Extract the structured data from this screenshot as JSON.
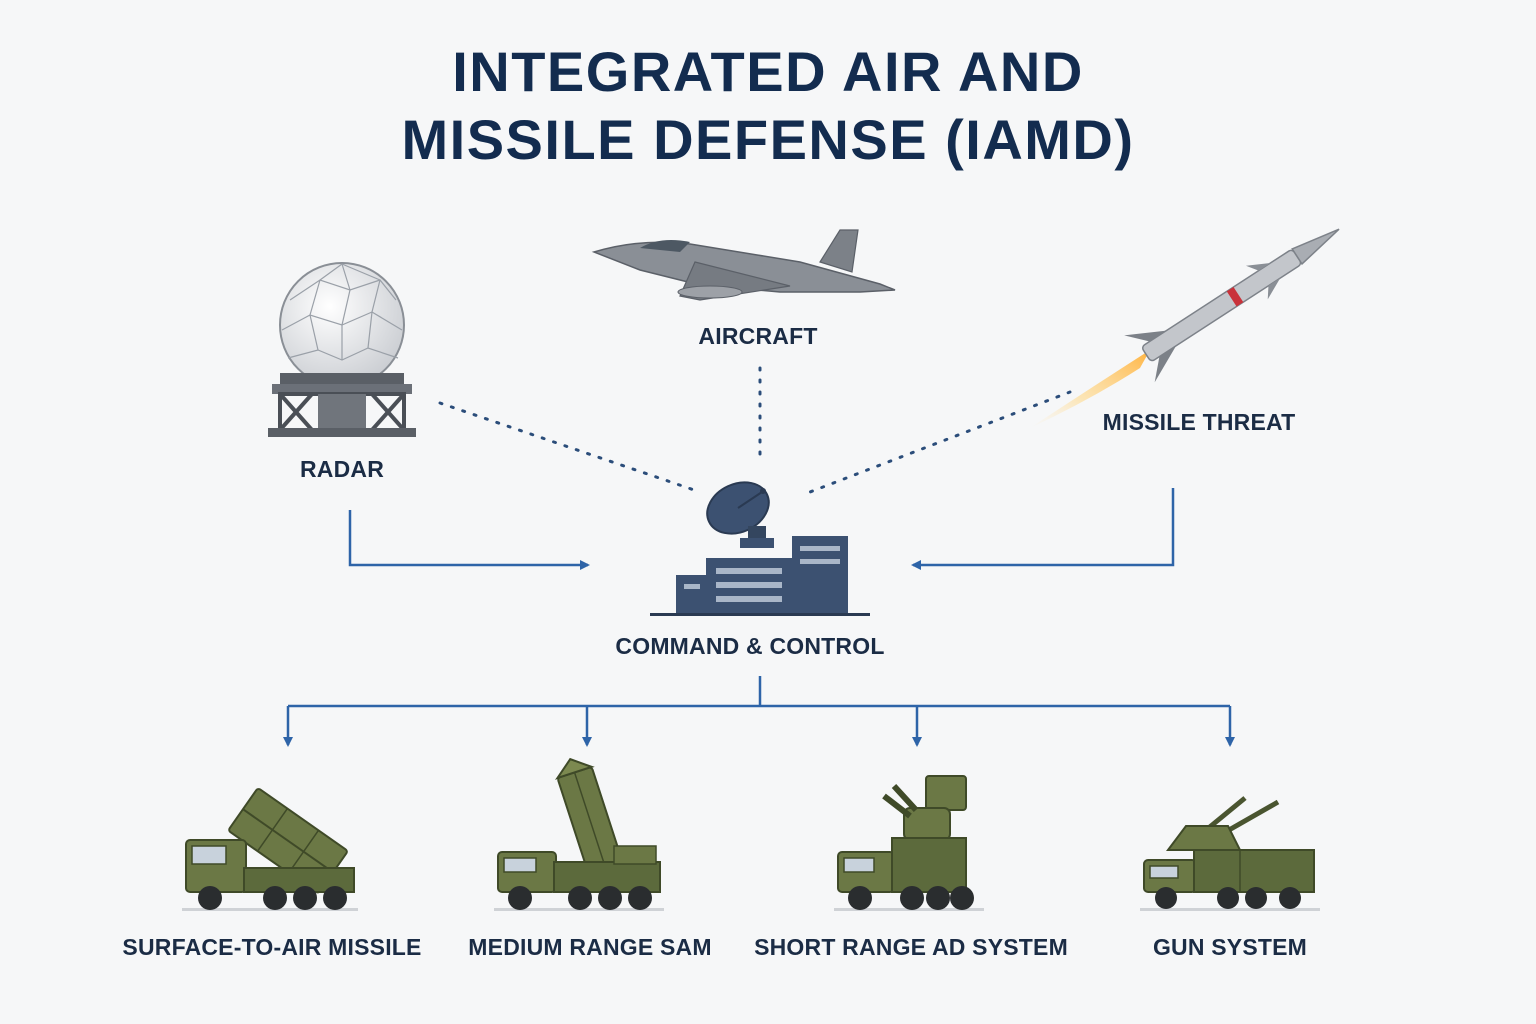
{
  "title": {
    "line1": "INTEGRATED AIR AND",
    "line2": "MISSILE DEFENSE (IAMD)"
  },
  "nodes": {
    "radar": {
      "label": "RADAR",
      "icon": "radar-dome-icon"
    },
    "aircraft": {
      "label": "AIRCRAFT",
      "icon": "fighter-jet-icon"
    },
    "missile_threat": {
      "label": "MISSILE THREAT",
      "icon": "missile-icon"
    },
    "command_control": {
      "label": "COMMAND & CONTROL",
      "icon": "command-center-icon"
    }
  },
  "effectors": [
    {
      "label": "SURFACE-TO-AIR MISSILE",
      "icon": "sam-launcher-truck-icon"
    },
    {
      "label": "MEDIUM RANGE SAM",
      "icon": "medium-sam-truck-icon"
    },
    {
      "label": "SHORT RANGE AD SYSTEM",
      "icon": "short-range-ad-truck-icon"
    },
    {
      "label": "GUN SYSTEM",
      "icon": "gun-system-truck-icon"
    }
  ],
  "colors": {
    "title": "#132c4f",
    "connector": "#2e64a8",
    "dotted_link": "#2b4d7a",
    "vehicle": "#5c6a3c",
    "building": "#3c5171"
  }
}
